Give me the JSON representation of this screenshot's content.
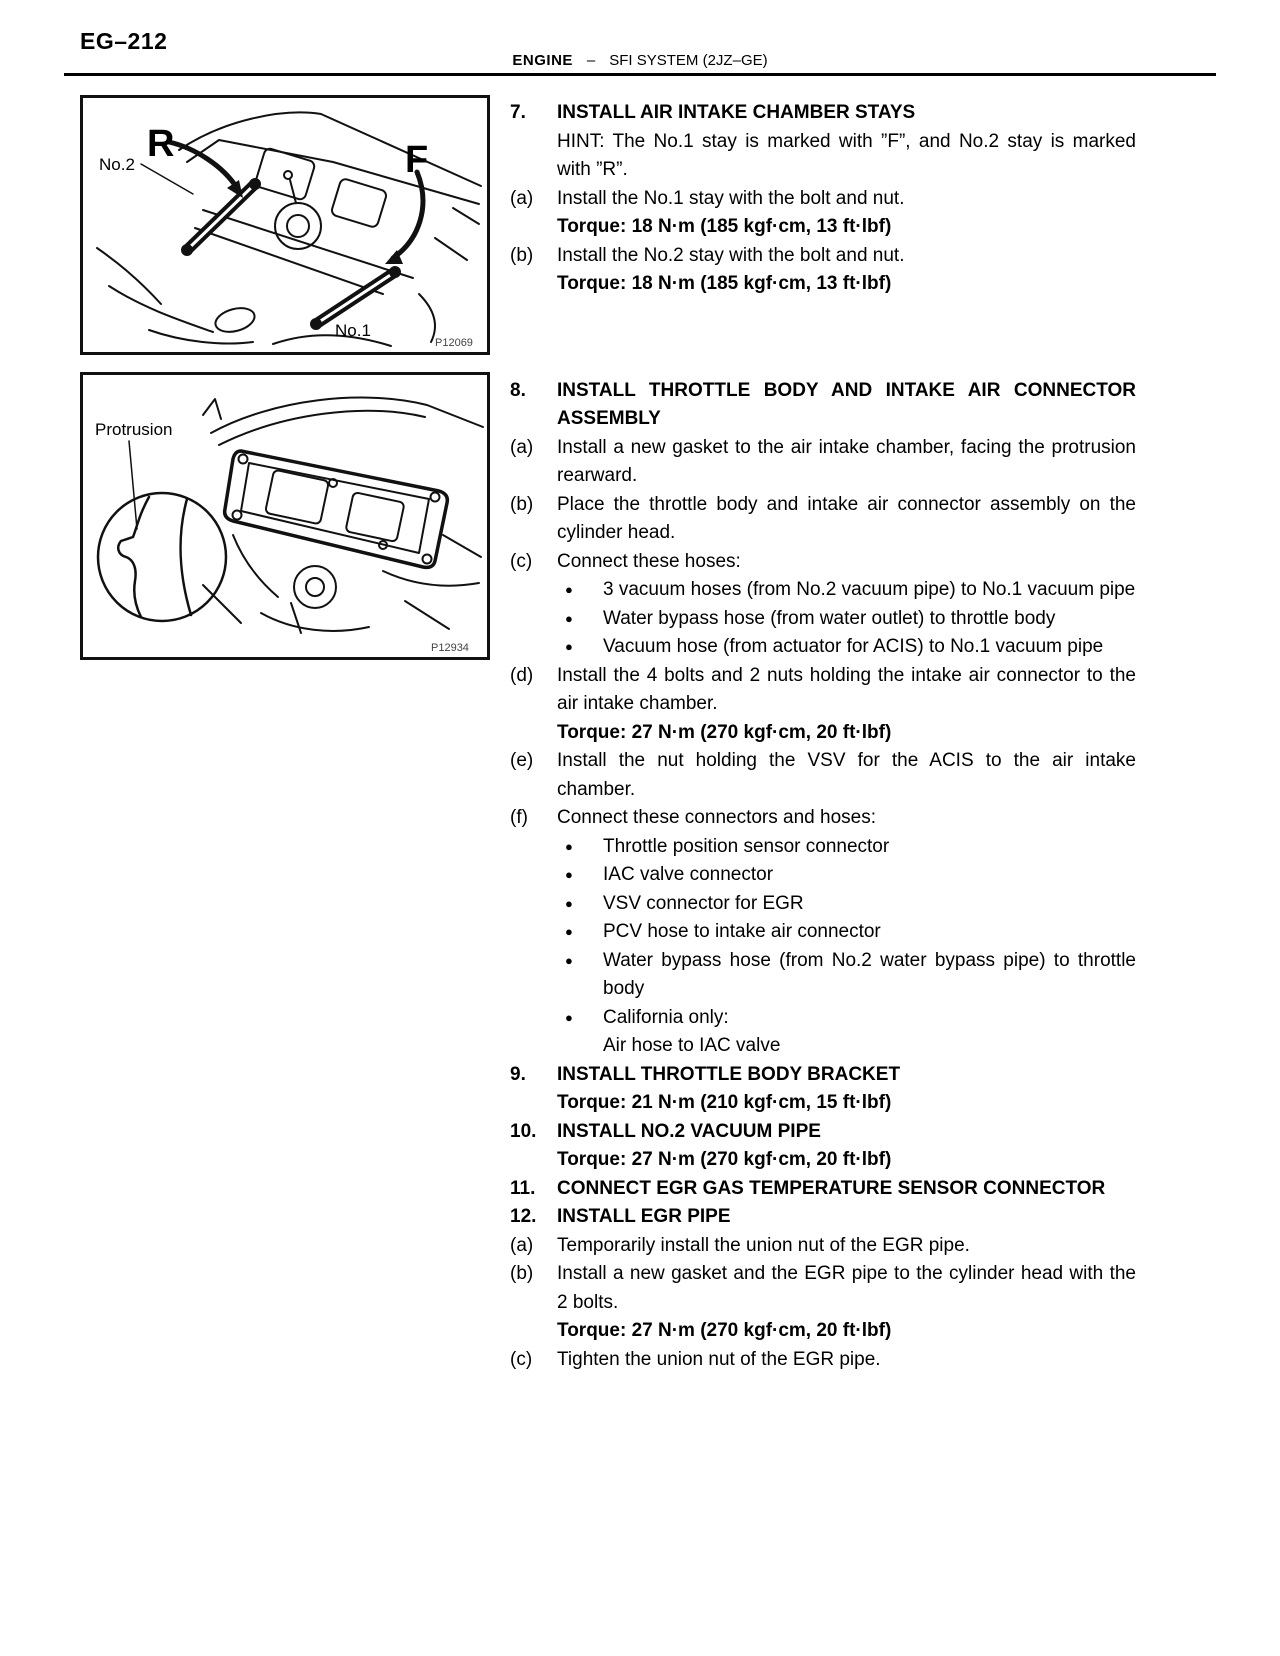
{
  "page": {
    "number": "EG–212",
    "section": "ENGINE",
    "separator": "–",
    "subsection": "SFI SYSTEM (2JZ–GE)"
  },
  "figure1": {
    "label_no2": "No.2",
    "label_r": "R",
    "label_f": "F",
    "label_no1": "No.1",
    "code": "P12069"
  },
  "figure2": {
    "label_protrusion": "Protrusion",
    "code": "P12934"
  },
  "instructions": [
    {
      "kind": "step",
      "marker": "7.",
      "text": "INSTALL AIR INTAKE CHAMBER STAYS"
    },
    {
      "kind": "body",
      "text": "HINT: The No.1 stay is marked with ”F”, and No.2 stay is marked with ”R”."
    },
    {
      "kind": "sub",
      "marker": "(a)",
      "text": "Install the No.1 stay with the bolt and nut."
    },
    {
      "kind": "torque",
      "text": "Torque: 18 N·m (185 kgf·cm, 13 ft·lbf)"
    },
    {
      "kind": "sub",
      "marker": "(b)",
      "text": "Install the No.2 stay with the bolt and nut."
    },
    {
      "kind": "torque",
      "text": "Torque: 18 N·m (185 kgf·cm, 13 ft·lbf)"
    },
    {
      "kind": "gap"
    },
    {
      "kind": "step",
      "marker": "8.",
      "text": "INSTALL THROTTLE BODY AND INTAKE AIR CONNECTOR ASSEMBLY"
    },
    {
      "kind": "sub",
      "marker": "(a)",
      "text": "Install a new gasket to the air intake chamber, facing the protrusion rearward."
    },
    {
      "kind": "sub",
      "marker": "(b)",
      "text": "Place the throttle body and intake air connector assembly on the cylinder head."
    },
    {
      "kind": "sub",
      "marker": "(c)",
      "text": "Connect these hoses:"
    },
    {
      "kind": "bullet",
      "marker": "●",
      "text": "3 vacuum hoses (from No.2 vacuum pipe) to No.1 vacuum pipe"
    },
    {
      "kind": "bullet",
      "marker": "●",
      "text": "Water bypass hose (from water outlet) to throttle body"
    },
    {
      "kind": "bullet",
      "marker": "●",
      "text": "Vacuum hose (from actuator for ACIS) to No.1 vacuum pipe"
    },
    {
      "kind": "sub",
      "marker": "(d)",
      "text": "Install the 4 bolts and 2 nuts holding the intake air connector to the air intake chamber."
    },
    {
      "kind": "torque",
      "text": "Torque: 27 N·m (270 kgf·cm, 20 ft·lbf)"
    },
    {
      "kind": "sub",
      "marker": "(e)",
      "text": "Install the nut holding the VSV for the ACIS to the air intake chamber."
    },
    {
      "kind": "sub",
      "marker": "(f)",
      "text": "Connect these connectors and hoses:"
    },
    {
      "kind": "bullet",
      "marker": "●",
      "text": "Throttle position sensor connector"
    },
    {
      "kind": "bullet",
      "marker": "●",
      "text": "IAC valve connector"
    },
    {
      "kind": "bullet",
      "marker": "●",
      "text": "VSV connector for EGR"
    },
    {
      "kind": "bullet",
      "marker": "●",
      "text": "PCV hose to intake air connector"
    },
    {
      "kind": "bullet",
      "marker": "●",
      "text": "Water bypass hose (from No.2 water bypass pipe) to throttle body"
    },
    {
      "kind": "bullet",
      "marker": "●",
      "text": "California only:\nAir hose to IAC valve"
    },
    {
      "kind": "step",
      "marker": "9.",
      "text": "INSTALL THROTTLE BODY BRACKET"
    },
    {
      "kind": "torque",
      "text": "Torque: 21 N·m (210 kgf·cm, 15 ft·lbf)"
    },
    {
      "kind": "step",
      "marker": "10.",
      "text": "INSTALL NO.2 VACUUM PIPE"
    },
    {
      "kind": "torque",
      "text": "Torque: 27 N·m (270 kgf·cm, 20 ft·lbf)"
    },
    {
      "kind": "step",
      "marker": "11.",
      "text": "CONNECT EGR GAS TEMPERATURE SENSOR CONNECTOR"
    },
    {
      "kind": "step",
      "marker": "12.",
      "text": "INSTALL EGR PIPE"
    },
    {
      "kind": "sub",
      "marker": "(a)",
      "text": "Temporarily install the union nut of the EGR pipe."
    },
    {
      "kind": "sub",
      "marker": "(b)",
      "text": "Install a new gasket and the EGR pipe to the cylinder head with the 2 bolts."
    },
    {
      "kind": "torque",
      "text": "Torque: 27 N·m (270 kgf·cm, 20 ft·lbf)"
    },
    {
      "kind": "sub",
      "marker": "(c)",
      "text": "Tighten the union nut of the EGR pipe."
    }
  ]
}
